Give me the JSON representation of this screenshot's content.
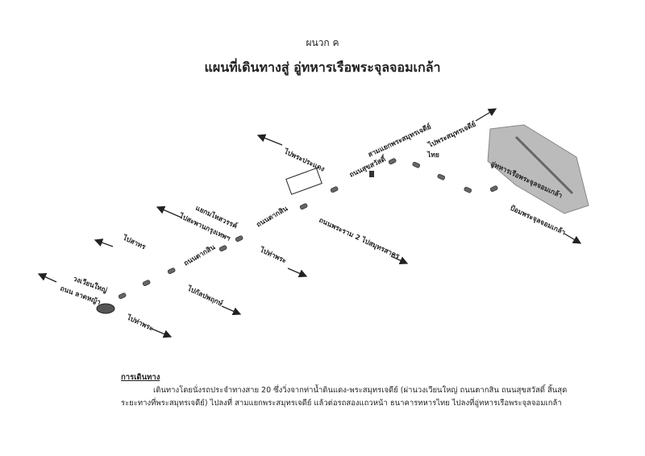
{
  "annex": "ผนวก ค",
  "title": "แผนที่เดินทางสู่ อู่ทหารเรือพระจุลจอมเกล้า",
  "map": {
    "labels": {
      "pradaeng": "ไปพระประแดง",
      "mahaisawan": "แยกมไหสวรรค์",
      "krungthep_bridge": "ไปสะพานกรุงเทพฯ",
      "taksin_1": "ถนนตากสิน",
      "taksin_2": "ถนนตากสิน",
      "thapra_1": "ไปท่าพระ",
      "sathorn": "ไปสาทร",
      "wongwian_yai": "วงเวียนใหญ่",
      "lat_ya": "ถนน ลาดหญ้า",
      "kanlapaphruek": "ไปกัลปพฤกษ์",
      "thapra_2": "ไปท่าพระ",
      "sam_yaek": "สามแยกพระสมุทรเจดีย์",
      "suksawat": "ถนนสุขสวัสดิ์",
      "to_samut_chedi": "ไปพระสมุทรเจดีย์",
      "dockyard": "อู่ทหารเรือพระจุลจอมเกล้า",
      "fort": "ป้อมพระจุลจอมเกล้า",
      "rama2": "ถนนพระราม 2 ไปสมุทรสาคร",
      "thai_bank": "ไทย"
    }
  },
  "route": {
    "heading": "การเดินทาง",
    "text": "เดินทางโดยนั่งรถประจำทางสาย 20 ซึ่งวิ่งจากท่าน้ำดินแดง-พระสมุทรเจดีย์ (ผ่านวงเวียนใหญ่ ถนนตากสิน ถนนสุขสวัสดิ์ สิ้นสุดระยะทางที่พระสมุทรเจดีย์) ไปลงที่ สามแยกพระสมุทรเจดีย์ แล้วต่อรถสองแถวหน้า ธนาคารทหารไทย ไปลงที่อู่ทหารเรือพระจุลจอมเกล้า"
  }
}
